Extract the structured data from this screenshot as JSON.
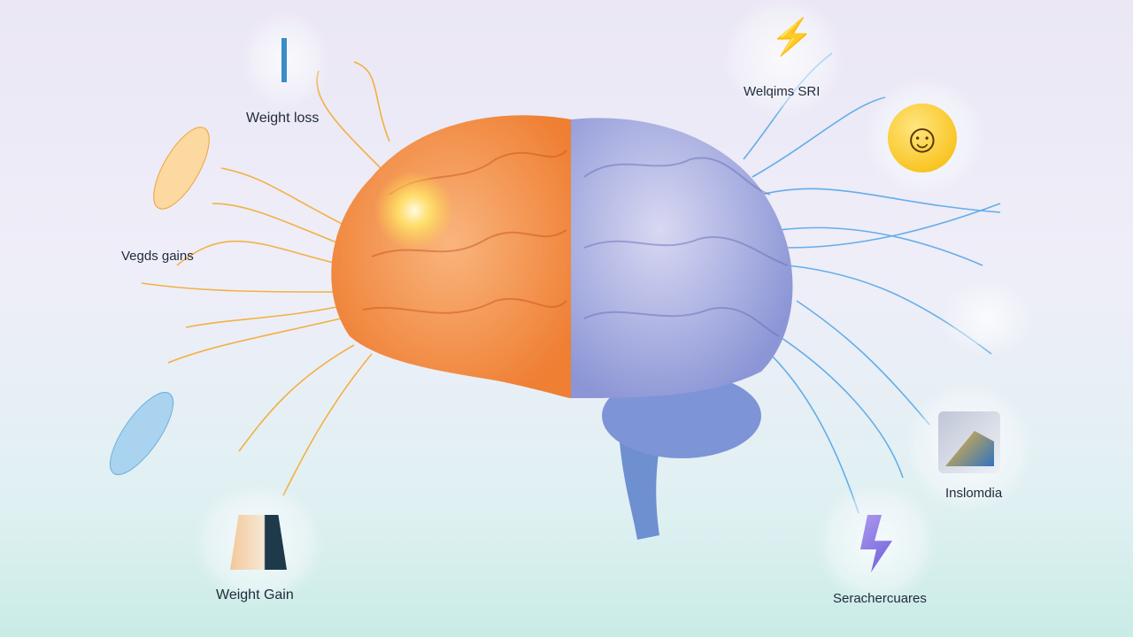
{
  "labels": {
    "weight_loss": "Weight loss",
    "weighs_sri": "Welqims SRI",
    "vegds_gains": "Vegds gains",
    "weight_gain": "Weight Gain",
    "insomnia": "Inslomdia",
    "seracher": "Serachercuares"
  },
  "colors": {
    "left_brain": "#f4914a",
    "right_brain": "#a8aede",
    "orange_lines": "#f5a623",
    "blue_lines": "#4da3e8"
  }
}
